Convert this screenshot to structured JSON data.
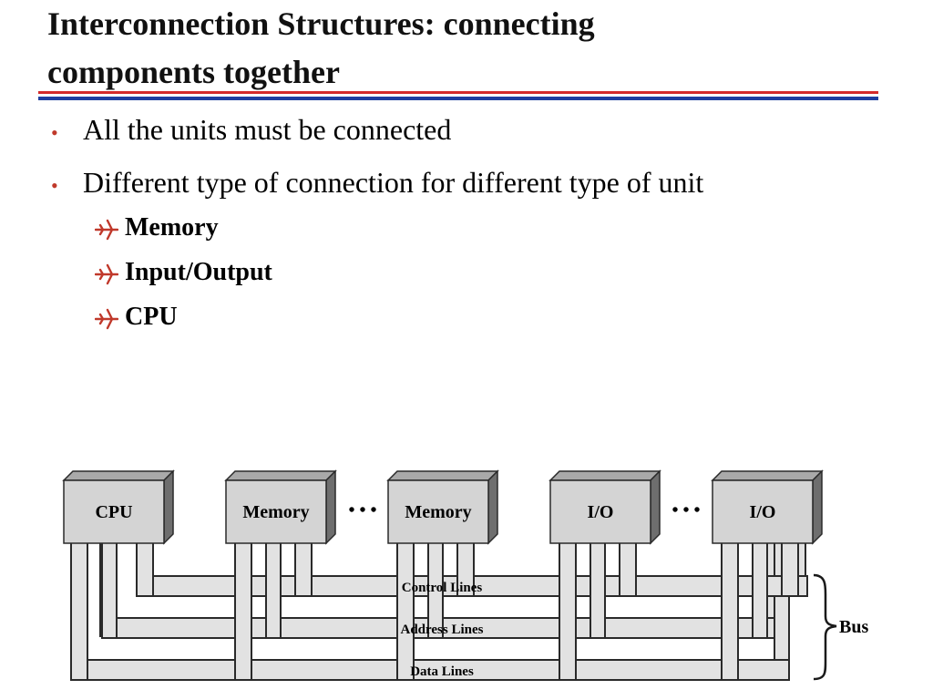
{
  "slide": {
    "title_line1": "Interconnection Structures: connecting",
    "title_line2": "components together",
    "rule_colors": {
      "red": "#d42a2a",
      "blue": "#1f3fa0"
    }
  },
  "bullets": [
    {
      "text": "All the units must be connected"
    },
    {
      "text": "Different type of connection for different type of unit"
    }
  ],
  "sub_bullets": [
    {
      "icon": "airplane-icon",
      "text": "Memory"
    },
    {
      "icon": "airplane-icon",
      "text": "Input/Output"
    },
    {
      "icon": "airplane-icon",
      "text": "CPU"
    }
  ],
  "diagram": {
    "modules": [
      {
        "label": "CPU"
      },
      {
        "label": "Memory"
      },
      {
        "label": "Memory"
      },
      {
        "label": "I/O"
      },
      {
        "label": "I/O"
      }
    ],
    "ellipsis": [
      "• • •",
      "• • •"
    ],
    "lines": [
      {
        "label": "Control Lines"
      },
      {
        "label": "Address Lines"
      },
      {
        "label": "Data Lines"
      }
    ],
    "bus_label": "Bus",
    "colors": {
      "box_face": "#d4d4d4",
      "box_top": "#a9a9a9",
      "box_side": "#6e6e6e",
      "line_fill": "#e2e2e2",
      "stroke": "#2a2a2a"
    }
  }
}
